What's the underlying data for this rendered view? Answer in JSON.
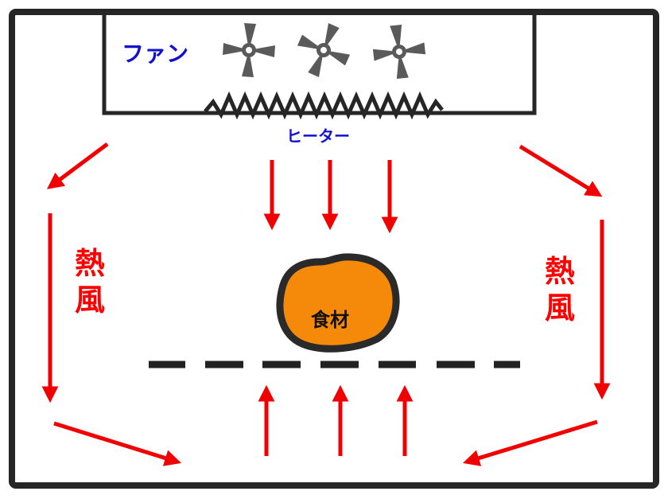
{
  "labels": {
    "fan": "ファン",
    "heater": "ヒーター",
    "hot_air_left": [
      "熱",
      "風"
    ],
    "hot_air_right": [
      "熱",
      "風"
    ],
    "food": "食材"
  },
  "colors": {
    "frame": "#262626",
    "fan_blade": "#5a5a5a",
    "arrow": "#f00000",
    "label_blue": "#1010d0",
    "label_red": "#ff0000",
    "food_fill": "#f58a0a",
    "food_outline": "#2a2a2a",
    "rack": "#222222"
  },
  "icons": {
    "fan": "fan-icon",
    "heater": "heater-coil-icon",
    "food": "food-blob-icon",
    "rack": "dashed-rack-line"
  },
  "counts": {
    "fans": 3,
    "down_arrows": 3,
    "up_arrows": 3,
    "rack_segments": 7
  }
}
